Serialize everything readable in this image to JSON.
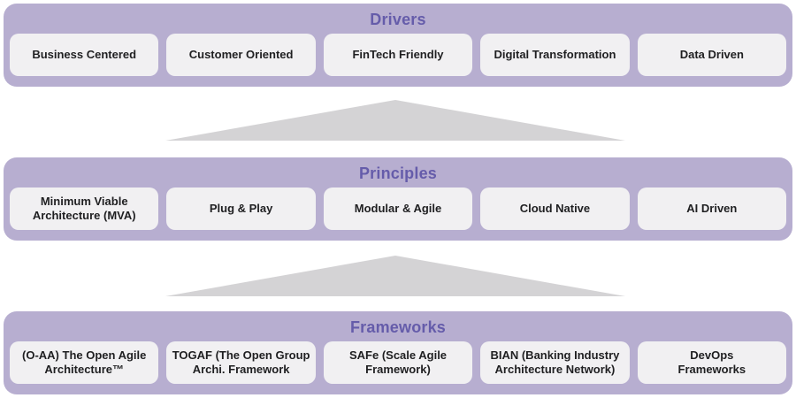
{
  "colors": {
    "page_bg": "#ffffff",
    "band_bg": "#b7aed0",
    "band_title": "#655caa",
    "box_bg": "#f1f0f2",
    "box_text": "#1f1f21",
    "arrow_fill": "#d4d3d5"
  },
  "icons": {
    "up_arrow": "triangle-up"
  },
  "bands": [
    {
      "title": "Drivers",
      "items": [
        "Business Centered",
        "Customer Oriented",
        "FinTech Friendly",
        "Digital Transformation",
        "Data Driven"
      ]
    },
    {
      "title": "Principles",
      "items": [
        "Minimum Viable\nArchitecture (MVA)",
        "Plug & Play",
        "Modular & Agile",
        "Cloud Native",
        "AI Driven"
      ]
    },
    {
      "title": "Frameworks",
      "items": [
        "(O-AA) The Open Agile\nArchitecture™",
        "TOGAF (The Open Group\nArchi. Framework",
        "SAFe (Scale Agile\nFramework)",
        "BIAN (Banking Industry\nArchitecture Network)",
        "DevOps\nFrameworks"
      ]
    }
  ]
}
